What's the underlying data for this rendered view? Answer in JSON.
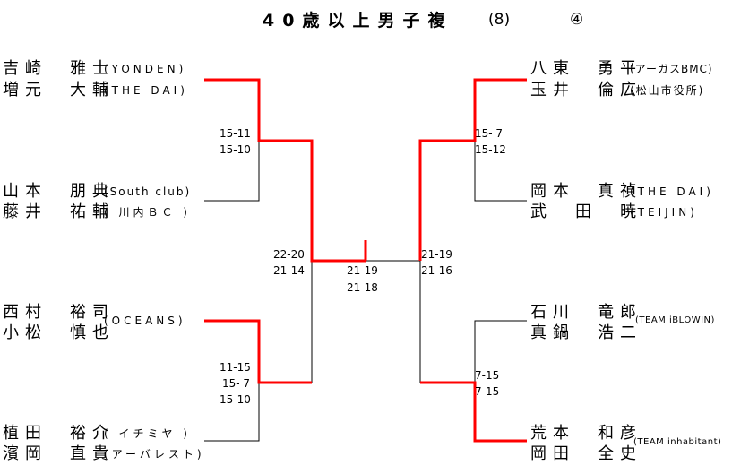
{
  "title": "40歳以上男子複",
  "entries_count": "(8)",
  "circled_number": "④",
  "left": [
    {
      "p1": "吉崎　雅士",
      "p2": "増元　大輔",
      "team1": "(YONDEN)",
      "team2": "(THE DAI)"
    },
    {
      "p1": "山本　朋典",
      "p2": "藤井　祐輔",
      "team1": "(South club)",
      "team2": "( 川内ＢＣ )"
    },
    {
      "p1": "西村　裕司",
      "p2": "小松　慎也",
      "team": "(OCEANS)"
    },
    {
      "p1": "植田　裕介",
      "p2": "濱岡　直貴",
      "team1": "( イチミヤ )",
      "team2": "(アーバレスト)"
    }
  ],
  "right": [
    {
      "p1": "八東　勇平",
      "p2": "玉井　倫広",
      "team1": "(アーガスBMC)",
      "team2": "(松山市役所)"
    },
    {
      "p1": "岡本　真禎",
      "p2": "武　田　暁",
      "team1": "(THE DAI)",
      "team2": "(TEIJIN)"
    },
    {
      "p1": "石川　竜郎",
      "p2": "真鍋　浩二",
      "team": "(TEAM iBLOWIN)"
    },
    {
      "p1": "荒本　和彦",
      "p2": "岡田　全史",
      "team": "(TEAM inhabitant)"
    }
  ],
  "scores": {
    "l1": [
      "15-11",
      "15-10"
    ],
    "l2": [
      "11-15",
      "15- 7",
      "15-10"
    ],
    "lsemi": [
      "22-20",
      "21-14"
    ],
    "final": [
      "21-19",
      "21-18"
    ],
    "rsemi": [
      "21-19",
      "21-16"
    ],
    "r1": [
      "15- 7",
      "15-12"
    ],
    "r2": [
      "7-15",
      "7-15"
    ]
  },
  "colors": {
    "winner_line": "#ff0000",
    "line": "#000000"
  }
}
